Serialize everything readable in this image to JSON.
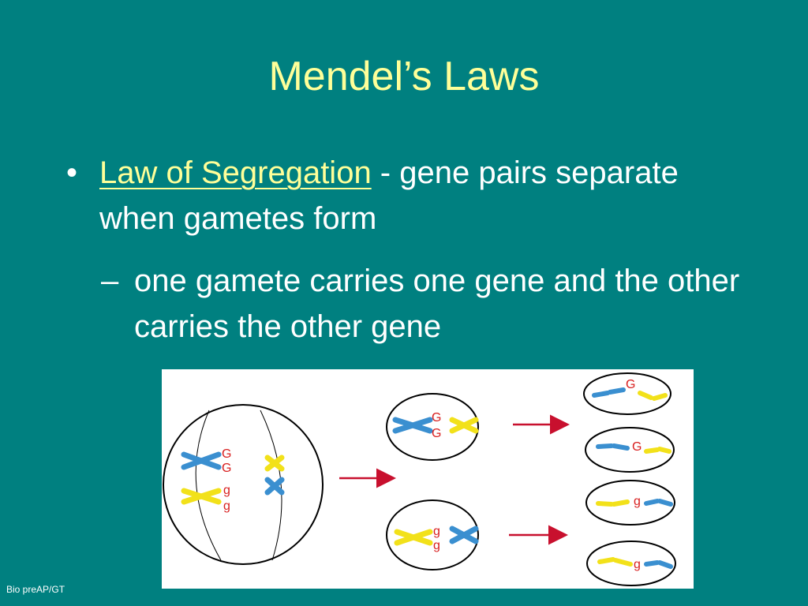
{
  "slide": {
    "title": "Mendel’s Laws",
    "bullet_marker": "•",
    "bullet_term": "Law of Segregation",
    "bullet_rest": " - gene pairs separate when gametes form",
    "sub_marker": "–",
    "sub_text": "one gamete carries one gene and the other carries the other gene",
    "footer": "Bio preAP/GT"
  },
  "figure": {
    "allele_dominant": "G",
    "allele_recessive": "g",
    "colors": {
      "chrom_blue": "#3A8FD0",
      "chrom_yellow": "#F2E11A",
      "allele_red": "#D81E1E",
      "arrow_red": "#C8102E",
      "cell_outline": "#000000"
    }
  }
}
